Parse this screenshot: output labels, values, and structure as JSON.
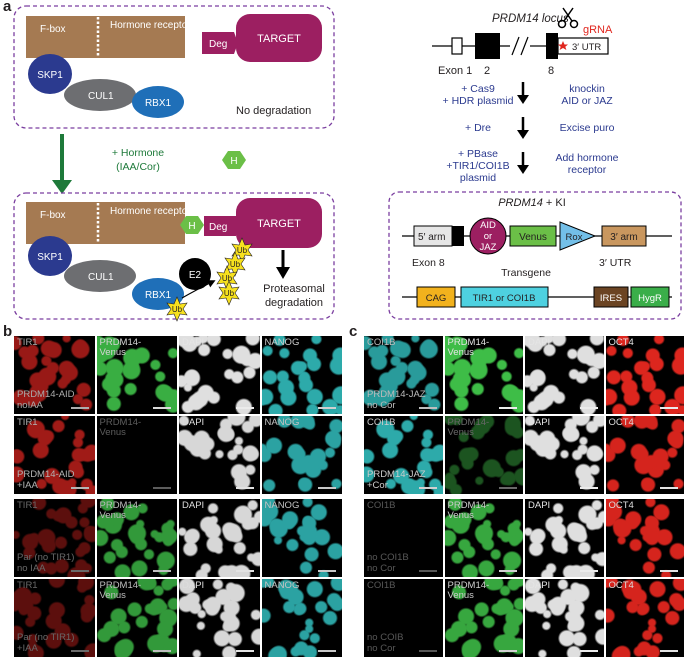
{
  "panels": {
    "a": "a",
    "b": "b",
    "c": "c"
  },
  "top_box": {
    "fbox": "F-box",
    "hormone_receptor": "Hormone receptor",
    "deg": "Deg",
    "target": "TARGET",
    "skp1": "SKP1",
    "cul1": "CUL1",
    "rbx1": "RBX1",
    "status": "No degradation"
  },
  "hormone_step": {
    "label_line1": "+ Hormone",
    "label_line2": "(IAA/Cor)",
    "badge": "H"
  },
  "bottom_box": {
    "fbox": "F-box",
    "hormone_receptor": "Hormone receptor",
    "h": "H",
    "deg": "Deg",
    "target": "TARGET",
    "skp1": "SKP1",
    "cul1": "CUL1",
    "rbx1": "RBX1",
    "e2": "E2",
    "ub": "Ub",
    "status_line1": "Proteasomal",
    "status_line2": "degradation"
  },
  "locus": {
    "title": "PRDM14 locus",
    "grna": "gRNA",
    "utr": "3′ UTR",
    "exon1": "Exon 1",
    "exon2": "2",
    "exon8": "8",
    "steps": [
      {
        "left1": "+ Cas9",
        "left2": "+ HDR plasmid",
        "left3": "",
        "right1": "knockin",
        "right2": "AID or JAZ"
      },
      {
        "left1": "+ Dre",
        "left2": "",
        "left3": "",
        "right1": "Excise puro",
        "right2": ""
      },
      {
        "left1": "+ PBase",
        "left2": "+TIR1/COI1B",
        "left3": "plasmid",
        "right1": "Add hormone",
        "right2": "receptor"
      }
    ]
  },
  "ki_box": {
    "title_gene": "PRDM14",
    "title_rest": " + KI",
    "five_arm": "5′ arm",
    "aid_line1": "AID",
    "aid_line2": "or",
    "aid_line3": "JAZ",
    "venus": "Venus",
    "rox": "Rox",
    "three_arm": "3′ arm",
    "exon8": "Exon 8",
    "utr": "3′ UTR",
    "transgene": "Transgene",
    "cag": "CAG",
    "tir1": "TIR1 or COI1B",
    "ires": "IRES",
    "hygr": "HygR"
  },
  "panel_b": {
    "rows": [
      {
        "tiles": [
          {
            "top1": "TIR1",
            "top2": "",
            "bot1": "PRDM14-AID",
            "bot2": "noIAA",
            "color": "#d2231e",
            "level": 0.5
          },
          {
            "top1": "PRDM14-",
            "top2": "Venus",
            "bot1": "",
            "bot2": "",
            "color": "#3fbf48",
            "level": 0.75
          },
          {
            "top1": "DAPI",
            "top2": "",
            "bot1": "",
            "bot2": "",
            "color": "#e2e2e2",
            "level": 0.85
          },
          {
            "top1": "NANOG",
            "top2": "",
            "bot1": "",
            "bot2": "",
            "color": "#33c2c2",
            "level": 0.7
          }
        ]
      },
      {
        "tiles": [
          {
            "top1": "TIR1",
            "top2": "",
            "bot1": "PRDM14-AID",
            "bot2": "+IAA",
            "color": "#d2231e",
            "level": 0.55
          },
          {
            "top1": "PRDM14-",
            "top2": "Venus",
            "bot1": "",
            "bot2": "",
            "color": "#3fbf48",
            "level": 0.05
          },
          {
            "top1": "DAPI",
            "top2": "",
            "bot1": "",
            "bot2": "",
            "color": "#e2e2e2",
            "level": 0.8
          },
          {
            "top1": "NANOG",
            "top2": "",
            "bot1": "",
            "bot2": "",
            "color": "#33c2c2",
            "level": 0.65
          }
        ]
      },
      {
        "tiles": [
          {
            "top1": "TIR1",
            "top2": "",
            "bot1": "Par (no TIR1)",
            "bot2": "no IAA",
            "color": "#d2231e",
            "level": 0.12
          },
          {
            "top1": "PRDM14-",
            "top2": "Venus",
            "bot1": "",
            "bot2": "",
            "color": "#3fbf48",
            "level": 0.6
          },
          {
            "top1": "DAPI",
            "top2": "",
            "bot1": "",
            "bot2": "",
            "color": "#e2e2e2",
            "level": 0.8
          },
          {
            "top1": "NANOG",
            "top2": "",
            "bot1": "",
            "bot2": "",
            "color": "#33c2c2",
            "level": 0.65
          }
        ]
      },
      {
        "tiles": [
          {
            "top1": "TIR1",
            "top2": "",
            "bot1": "Par (no TIR1)",
            "bot2": "+IAA",
            "color": "#d2231e",
            "level": 0.12
          },
          {
            "top1": "PRDM14-",
            "top2": "Venus",
            "bot1": "",
            "bot2": "",
            "color": "#3fbf48",
            "level": 0.6
          },
          {
            "top1": "DAPI",
            "top2": "",
            "bot1": "",
            "bot2": "",
            "color": "#e2e2e2",
            "level": 0.8
          },
          {
            "top1": "NANOG",
            "top2": "",
            "bot1": "",
            "bot2": "",
            "color": "#33c2c2",
            "level": 0.65
          }
        ]
      }
    ]
  },
  "panel_c": {
    "rows": [
      {
        "tiles": [
          {
            "top1": "COI1B",
            "top2": "",
            "bot1": "PRDM14-JAZ",
            "bot2": "no Cor",
            "color": "#33c2c2",
            "level": 0.6
          },
          {
            "top1": "PRDM14-",
            "top2": "Venus",
            "bot1": "",
            "bot2": "",
            "color": "#3fbf48",
            "level": 0.85
          },
          {
            "top1": "DAPI",
            "top2": "",
            "bot1": "",
            "bot2": "",
            "color": "#e2e2e2",
            "level": 0.85
          },
          {
            "top1": "OCT4",
            "top2": "",
            "bot1": "",
            "bot2": "",
            "color": "#e0261e",
            "level": 0.85
          }
        ]
      },
      {
        "tiles": [
          {
            "top1": "COI1B",
            "top2": "",
            "bot1": "PRDM14-JAZ",
            "bot2": "+Cor",
            "color": "#33c2c2",
            "level": 0.7
          },
          {
            "top1": "PRDM14-",
            "top2": "Venus",
            "bot1": "",
            "bot2": "",
            "color": "#3fbf48",
            "level": 0.12
          },
          {
            "top1": "DAPI",
            "top2": "",
            "bot1": "",
            "bot2": "",
            "color": "#e2e2e2",
            "level": 0.85
          },
          {
            "top1": "OCT4",
            "top2": "",
            "bot1": "",
            "bot2": "",
            "color": "#e0261e",
            "level": 0.8
          }
        ]
      },
      {
        "tiles": [
          {
            "top1": "COI1B",
            "top2": "",
            "bot1": "no COI1B",
            "bot2": "no Cor",
            "color": "#33c2c2",
            "level": 0.02
          },
          {
            "top1": "PRDM14-",
            "top2": "Venus",
            "bot1": "",
            "bot2": "",
            "color": "#3fbf48",
            "level": 0.7
          },
          {
            "top1": "DAPI",
            "top2": "",
            "bot1": "",
            "bot2": "",
            "color": "#e2e2e2",
            "level": 0.85
          },
          {
            "top1": "OCT4",
            "top2": "",
            "bot1": "",
            "bot2": "",
            "color": "#e0261e",
            "level": 0.8
          }
        ]
      },
      {
        "tiles": [
          {
            "top1": "COI1B",
            "top2": "",
            "bot1": "no COIB",
            "bot2": "no Cor",
            "color": "#33c2c2",
            "level": 0.02
          },
          {
            "top1": "PRDM14-",
            "top2": "Venus",
            "bot1": "",
            "bot2": "",
            "color": "#3fbf48",
            "level": 0.7
          },
          {
            "top1": "DAPI",
            "top2": "",
            "bot1": "",
            "bot2": "",
            "color": "#e2e2e2",
            "level": 0.85
          },
          {
            "top1": "OCT4",
            "top2": "",
            "bot1": "",
            "bot2": "",
            "color": "#e0261e",
            "level": 0.8
          }
        ]
      }
    ]
  }
}
